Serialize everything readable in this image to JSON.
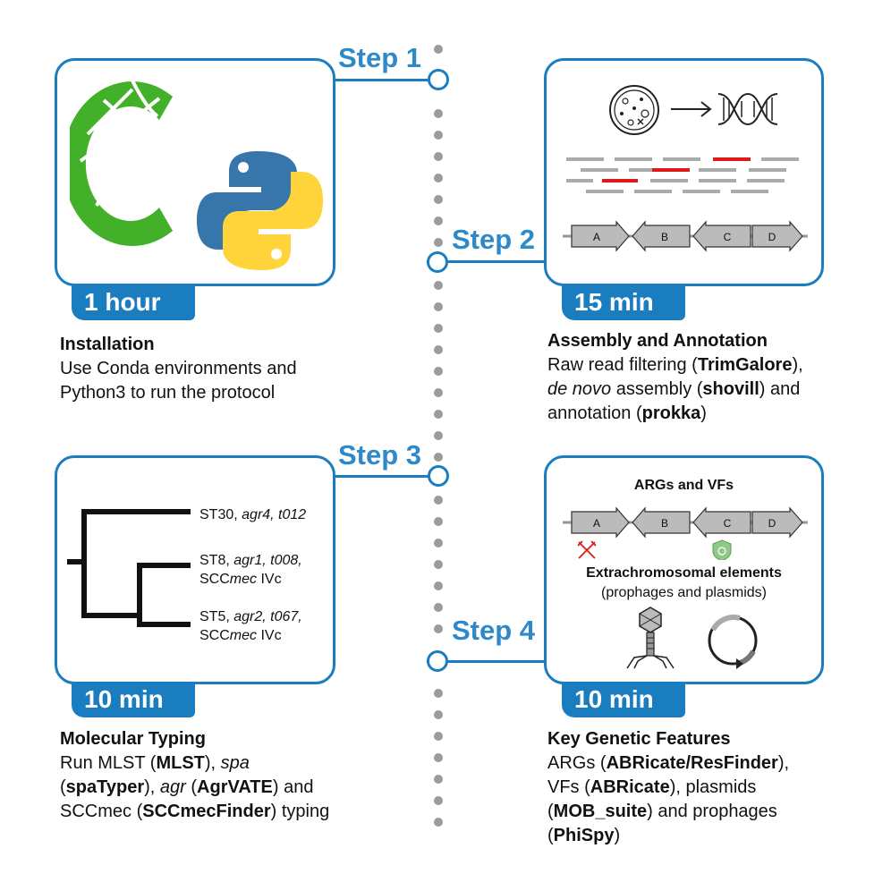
{
  "steps": [
    {
      "label": "Step 1",
      "badge": "1 hour",
      "title": "Installation",
      "desc": [
        "Use Conda environments and",
        "Python3 to run the protocol"
      ]
    },
    {
      "label": "Step 2",
      "badge": "15 min",
      "title": "Assembly and Annotation",
      "line1_a": "Raw read filtering (",
      "line1_b": "TrimGalore",
      "line1_c": "),",
      "line2_a": "de novo",
      "line2_b": " assembly (",
      "line2_c": "shovill",
      "line2_d": ") and",
      "line3_a": "annotation (",
      "line3_b": "prokka",
      "line3_c": ")"
    },
    {
      "label": "Step 3",
      "badge": "10 min",
      "title": "Molecular Typing",
      "line1_a": "Run MLST (",
      "line1_b": "MLST",
      "line1_c": "), ",
      "line1_d": "spa",
      "line2_a": "(",
      "line2_b": "spaTyper",
      "line2_c": "), ",
      "line2_d": "agr",
      "line2_e": " (",
      "line2_f": "AgrVATE",
      "line2_g": ") and",
      "line3_a": "SCCmec (",
      "line3_b": "SCCmecFinder",
      "line3_c": ") typing"
    },
    {
      "label": "Step 4",
      "badge": "10 min",
      "title": "Key Genetic Features",
      "line1_a": "ARGs (",
      "line1_b": "ABRicate/ResFinder",
      "line1_c": "),",
      "line2_a": "VFs (",
      "line2_b": "ABRicate",
      "line2_c": "), plasmids",
      "line3_a": "(",
      "line3_b": "MOB_suite",
      "line3_c": ") and prophages",
      "line4_a": "(",
      "line4_b": "PhiSpy",
      "line4_c": ")"
    }
  ],
  "genes": [
    "A",
    "B",
    "C",
    "D"
  ],
  "tree": {
    "leaf1_a": "ST30, ",
    "leaf1_b": "agr4, t012",
    "leaf2_a": "ST8, ",
    "leaf2_b": "agr1, t008,",
    "leaf2_c": "SCC",
    "leaf2_d": "mec",
    "leaf2_e": " IVc",
    "leaf3_a": "ST5, ",
    "leaf3_b": "agr2, t067,",
    "leaf3_c": "SCC",
    "leaf3_d": "mec",
    "leaf3_e": " IVc"
  },
  "panel4": {
    "heading1": "ARGs and VFs",
    "heading2": "Extrachromosomal elements",
    "heading3": "(prophages and plasmids)"
  },
  "colors": {
    "accent": "#1a7dbf",
    "step_text": "#2d89c8",
    "conda_green": "#43b02a",
    "python_blue": "#3776ab",
    "python_yellow": "#ffd43b",
    "read_red": "#e0191d"
  },
  "icons": [
    "conda-logo-icon",
    "python-logo-icon",
    "bacteria-cell-icon",
    "arrow-right-icon",
    "dna-helix-icon",
    "swords-icon",
    "shield-icon",
    "bacteriophage-icon",
    "plasmid-icon"
  ]
}
